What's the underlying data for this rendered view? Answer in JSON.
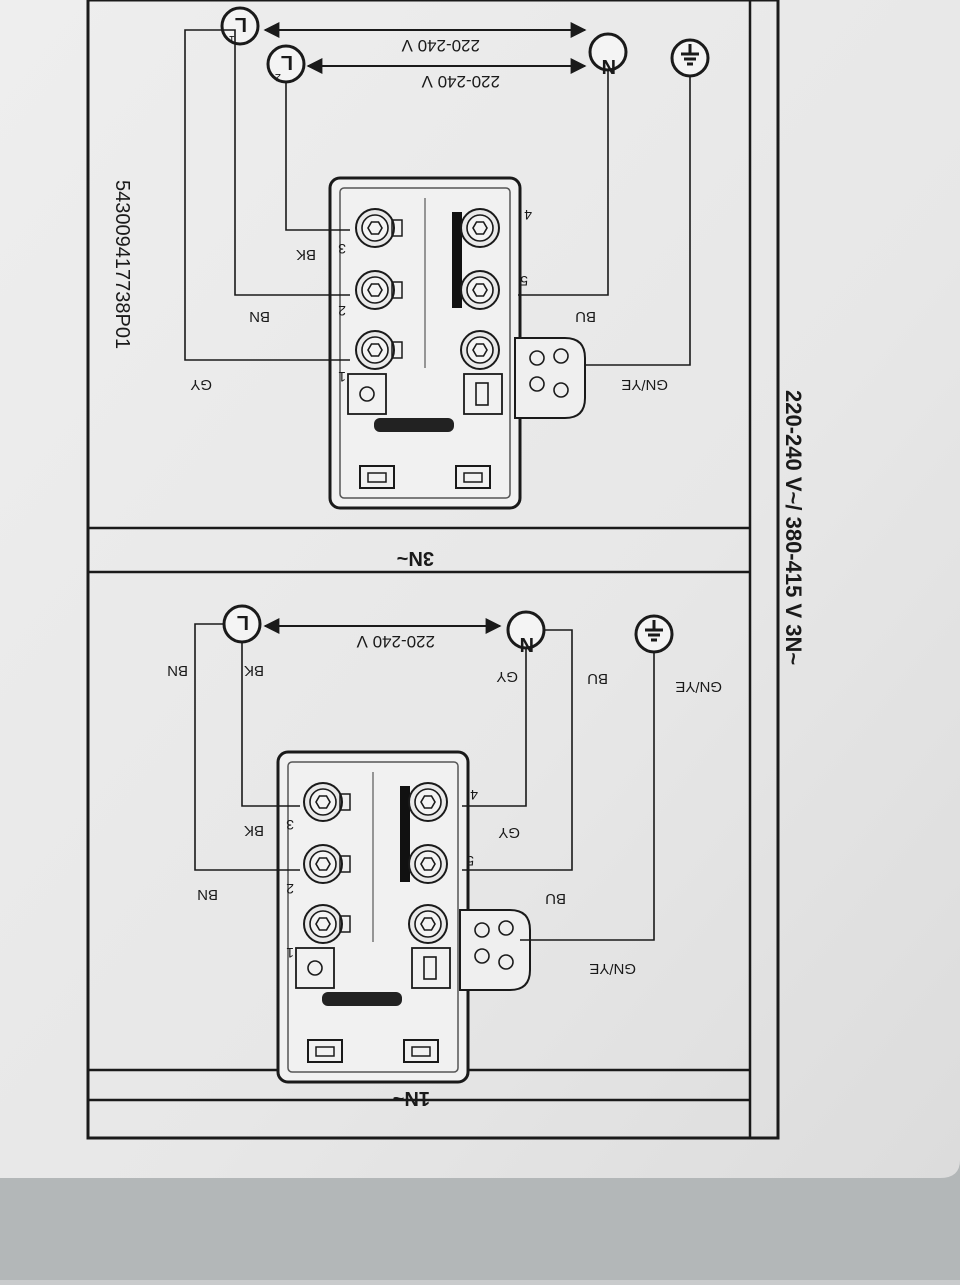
{
  "doc": {
    "part_number": "543009417738P01",
    "rating_label": "220-240 V~/ 380-415 V 3N~"
  },
  "sections": [
    {
      "id": "three_phase",
      "tag": "3N~",
      "voltage_l1_n": "220-240 V",
      "voltage_l2_n": "220-240 V",
      "node_l1": "L",
      "node_l1_sub": "1",
      "node_l2": "L",
      "node_l2_sub": "2",
      "node_n": "N",
      "wire_bk": "BK",
      "wire_bn": "BN",
      "wire_gy": "GY",
      "wire_bu": "BU",
      "wire_gnye": "GN/YE",
      "terminals": [
        "1",
        "2",
        "3",
        "4",
        "5"
      ]
    },
    {
      "id": "single_phase",
      "tag": "1N~",
      "voltage_l_n": "220-240 V",
      "node_l": "L",
      "node_n": "N",
      "wire_bk_top": "BK",
      "wire_bn_top": "BN",
      "wire_gy_top": "GY",
      "wire_bu_top": "BU",
      "wire_gnye_top": "GN/YE",
      "wire_bk": "BK",
      "wire_bn": "BN",
      "wire_gy": "GY",
      "wire_bu": "BU",
      "wire_gnye": "GN/YE",
      "terminals": [
        "1",
        "2",
        "3",
        "4",
        "5"
      ]
    }
  ]
}
